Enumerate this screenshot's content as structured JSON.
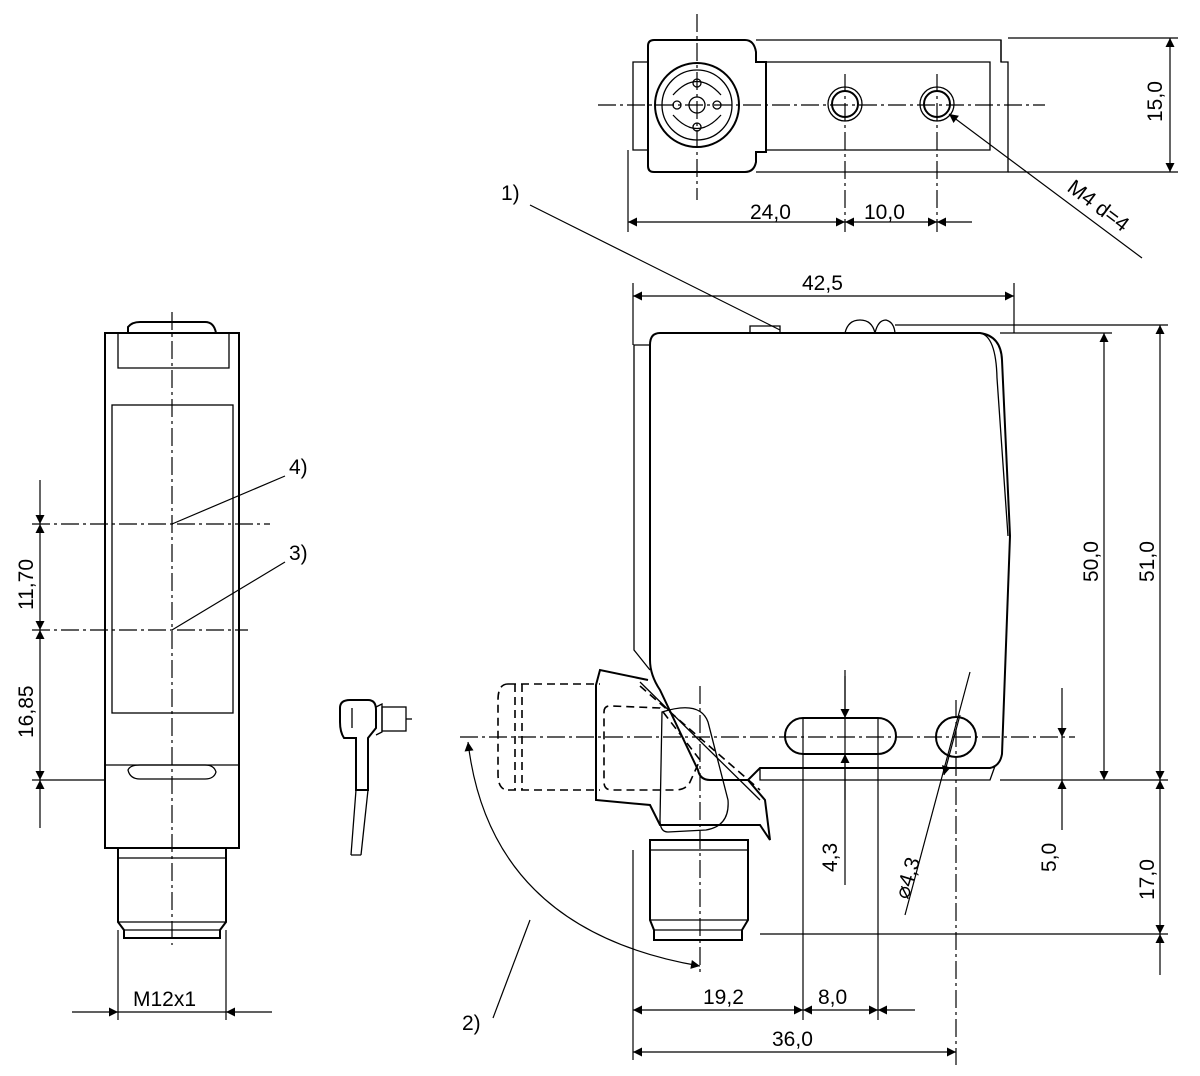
{
  "dimensions": {
    "top_height": "15,0",
    "top_len_a": "24,0",
    "top_len_b": "10,0",
    "thread": "M4 d=4",
    "width_top": "42,5",
    "height_inner": "50,0",
    "height_outer": "51,0",
    "slot_width": "4,3",
    "hole_diameter": "⌀4,3",
    "hole_offset": "5,0",
    "connector_height": "17,0",
    "base_a": "19,2",
    "base_b": "8,0",
    "base_total": "36,0",
    "side_upper": "11,70",
    "side_lower": "16,85",
    "side_thread": "M12x1"
  },
  "callouts": {
    "c1": "1)",
    "c2": "2)",
    "c3": "3)",
    "c4": "4)"
  }
}
